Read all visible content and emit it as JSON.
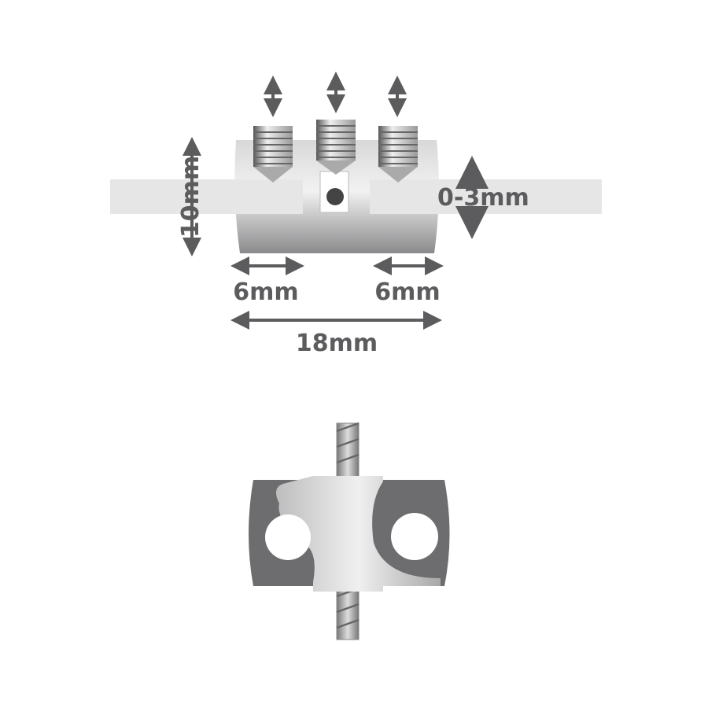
{
  "top_view": {
    "height_label": "10mm",
    "gap_label": "0-3mm",
    "left_width_label": "6mm",
    "right_width_label": "6mm",
    "total_width_label": "18mm"
  },
  "colors": {
    "dim_gray": "#5c5c5e",
    "body_dark": "#6d6d70",
    "band": "#e6e6e6"
  }
}
